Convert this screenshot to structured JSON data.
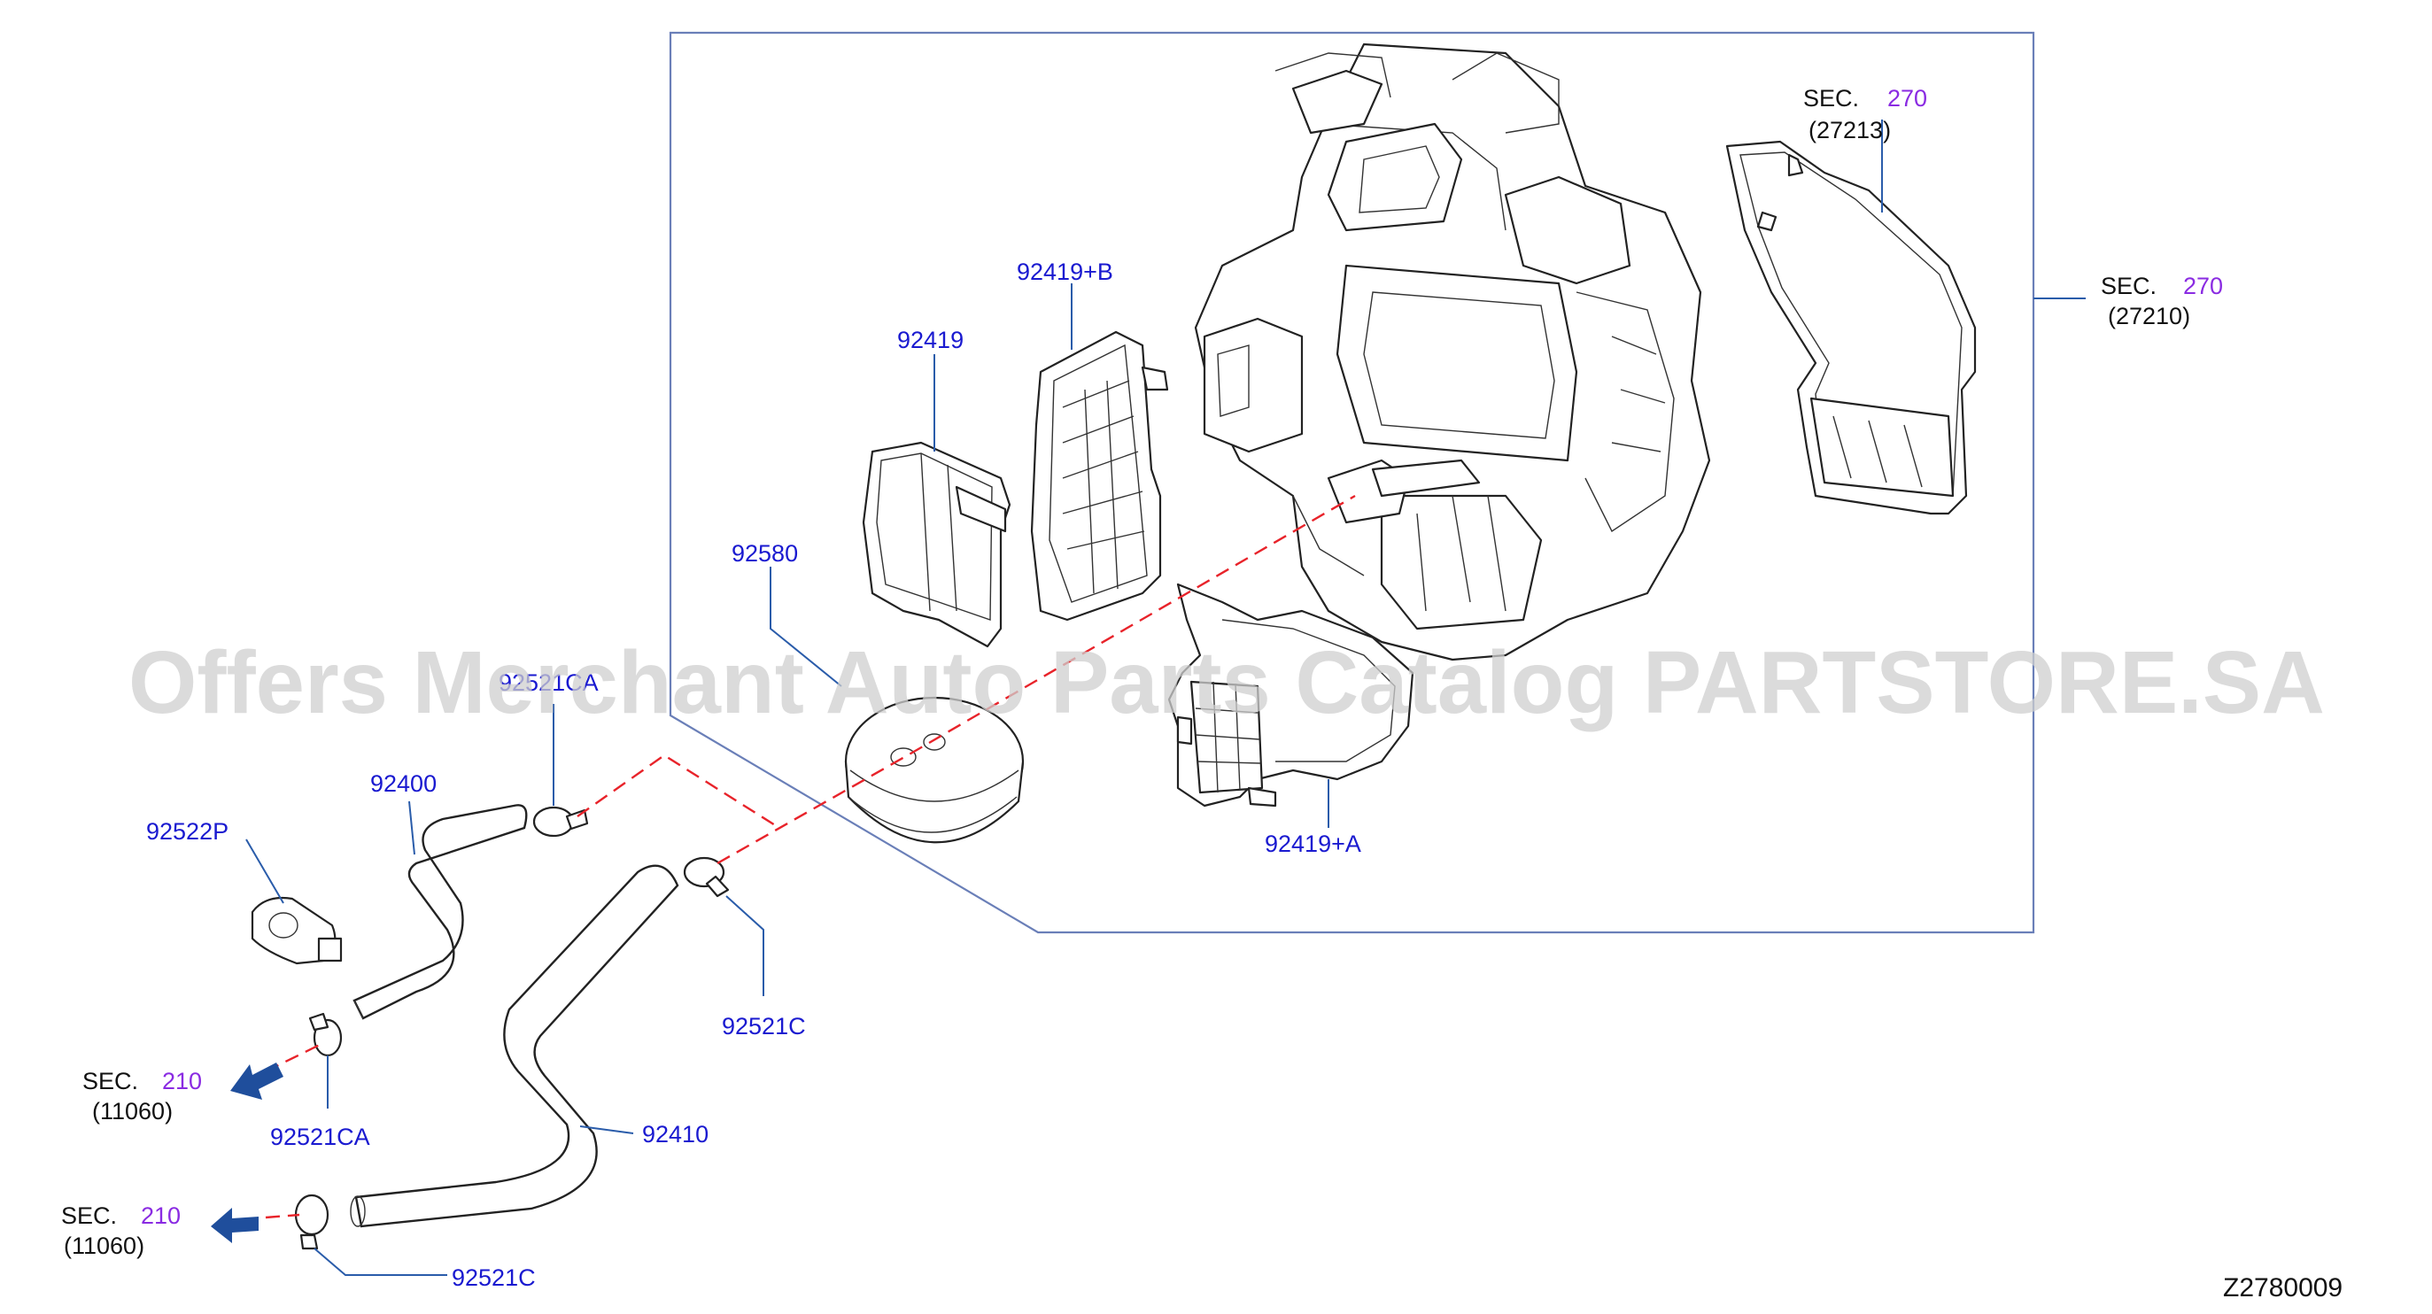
{
  "watermark": "Offers Merchant Auto Parts Catalog PARTSTORE.SA",
  "diagram_id": "Z2780009",
  "parts": {
    "p92419b": "92419+B",
    "p92419": "92419",
    "p92580": "92580",
    "p92521ca_top": "92521CA",
    "p92400": "92400",
    "p92522p": "92522P",
    "p92521c_mid": "92521C",
    "p92521ca_bot": "92521CA",
    "p92410": "92410",
    "p92521c_bot": "92521C",
    "p92419a": "92419+A"
  },
  "sections": {
    "sec_27213": {
      "prefix": "SEC.",
      "num": "270",
      "code": "(27213)"
    },
    "sec_27210": {
      "prefix": "SEC.",
      "num": "270",
      "code": "(27210)"
    },
    "sec_210_a": {
      "prefix": "SEC.",
      "num": "210",
      "code": "(11060)"
    },
    "sec_210_b": {
      "prefix": "SEC.",
      "num": "210",
      "code": "(11060)"
    }
  },
  "colors": {
    "part_label": "#1a1ad0",
    "section_number": "#8a2be2",
    "leader_line": "#2a5caa",
    "centerline_dash": "#e8232a",
    "direction_arrow": "#1f4e9c"
  }
}
